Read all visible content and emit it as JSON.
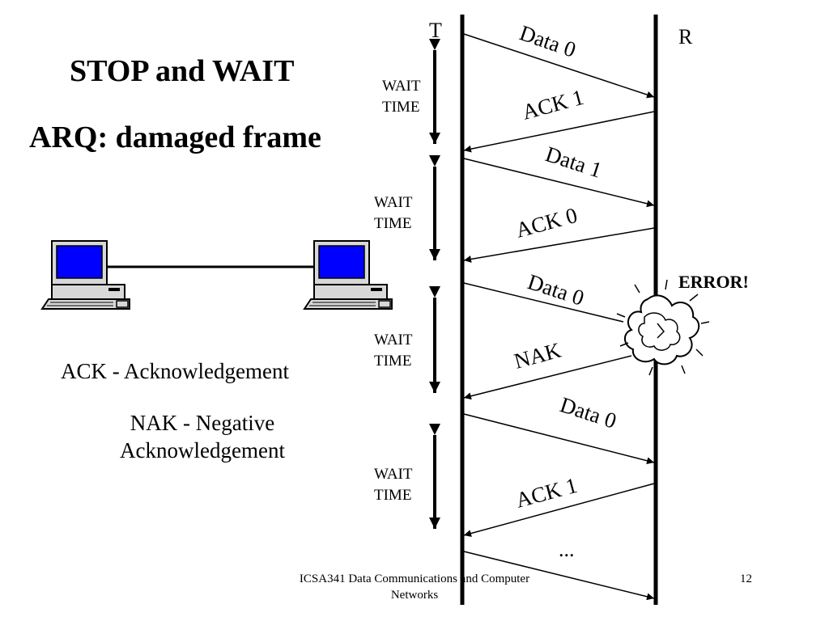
{
  "title": {
    "line1": "STOP and WAIT",
    "line2": "ARQ: damaged frame"
  },
  "legend": {
    "ack": "ACK - Acknowledgement",
    "nak": "NAK - Negative Acknowledgement"
  },
  "diagram": {
    "transmitter_label": "T",
    "receiver_label": "R",
    "error_label": "ERROR!",
    "ellipsis": "...",
    "wait_time_labels": [
      "WAIT\nTIME",
      "WAIT\nTIME",
      "WAIT\nTIME",
      "WAIT\nTIME"
    ],
    "messages": [
      {
        "label": "Data 0",
        "direction": "T-to-R"
      },
      {
        "label": "ACK 1",
        "direction": "R-to-T"
      },
      {
        "label": "Data 1",
        "direction": "T-to-R"
      },
      {
        "label": "ACK 0",
        "direction": "R-to-T"
      },
      {
        "label": "Data 0",
        "direction": "T-to-R",
        "lost": true
      },
      {
        "label": "NAK",
        "direction": "R-to-T"
      },
      {
        "label": "Data 0",
        "direction": "T-to-R"
      },
      {
        "label": "ACK 1",
        "direction": "R-to-T"
      },
      {
        "label": "",
        "direction": "T-to-R"
      }
    ],
    "colors": {
      "screen": "#0000ff",
      "line": "#000000"
    }
  },
  "footer": {
    "course": "ICSA341 Data Communications and Computer Networks",
    "page": "12"
  }
}
